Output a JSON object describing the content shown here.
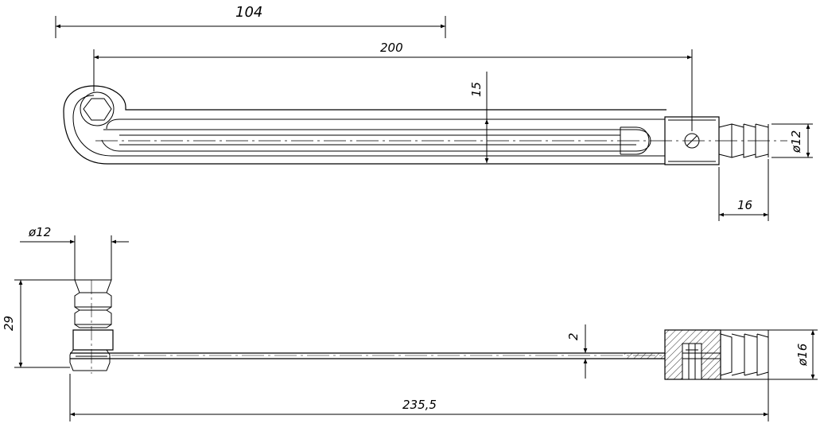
{
  "dimensions": {
    "overall_top": "104",
    "length_top": "200",
    "height_15": "15",
    "diameter_top": "ø12",
    "fitting_len": "16",
    "diameter_side": "ø12",
    "height_29": "29",
    "thickness_2": "2",
    "diameter_16": "ø16",
    "overall_bottom": "235,5"
  }
}
